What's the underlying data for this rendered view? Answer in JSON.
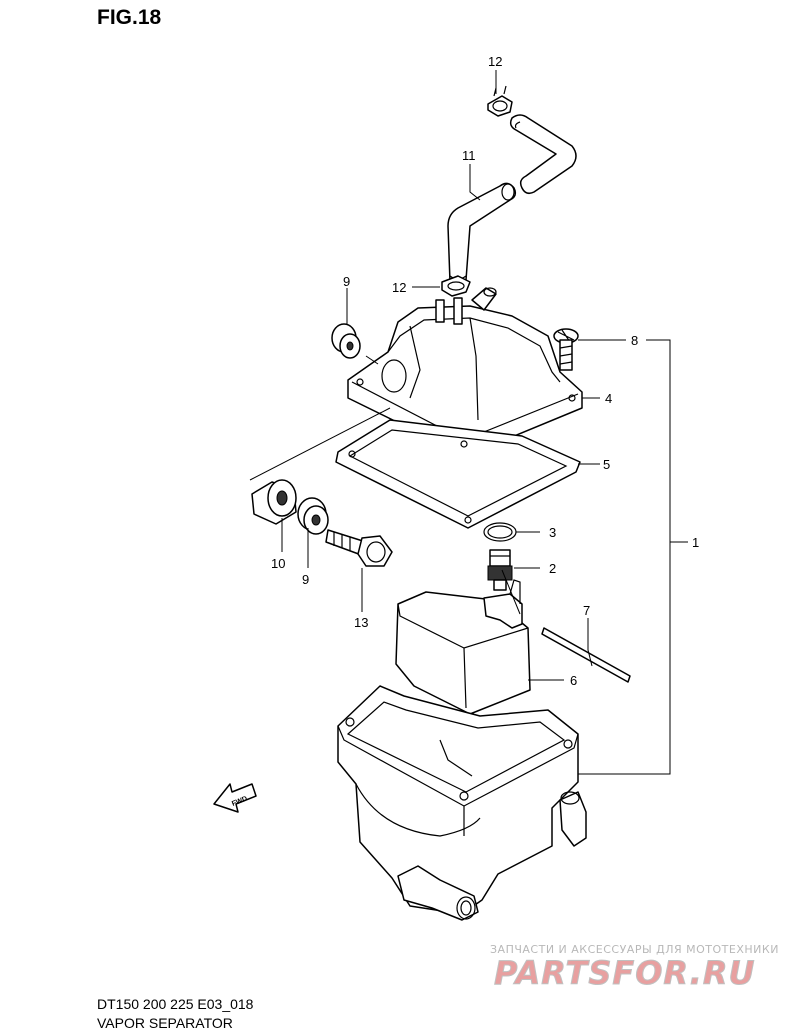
{
  "figure": {
    "title": "FIG.18"
  },
  "callouts": {
    "c12a": "12",
    "c11": "11",
    "c12b": "12",
    "c9a": "9",
    "c8": "8",
    "c4": "4",
    "c5": "5",
    "c1": "1",
    "c3": "3",
    "c2": "2",
    "c7": "7",
    "c6": "6",
    "c10": "10",
    "c9b": "9",
    "c13": "13"
  },
  "fwd_label": "FWD",
  "footer": {
    "model_code": "DT150 200 225 E03_018",
    "assembly_name": "VAPOR SEPARATOR"
  },
  "watermark": {
    "tagline": "ЗАПЧАСТИ И АКСЕССУАРЫ ДЛЯ МОТОТЕХНИКИ",
    "brand": "PARTSFOR.RU",
    "colors": {
      "brand_red": "#e8a0a0",
      "brand_gray": "#c0c0c0"
    }
  }
}
